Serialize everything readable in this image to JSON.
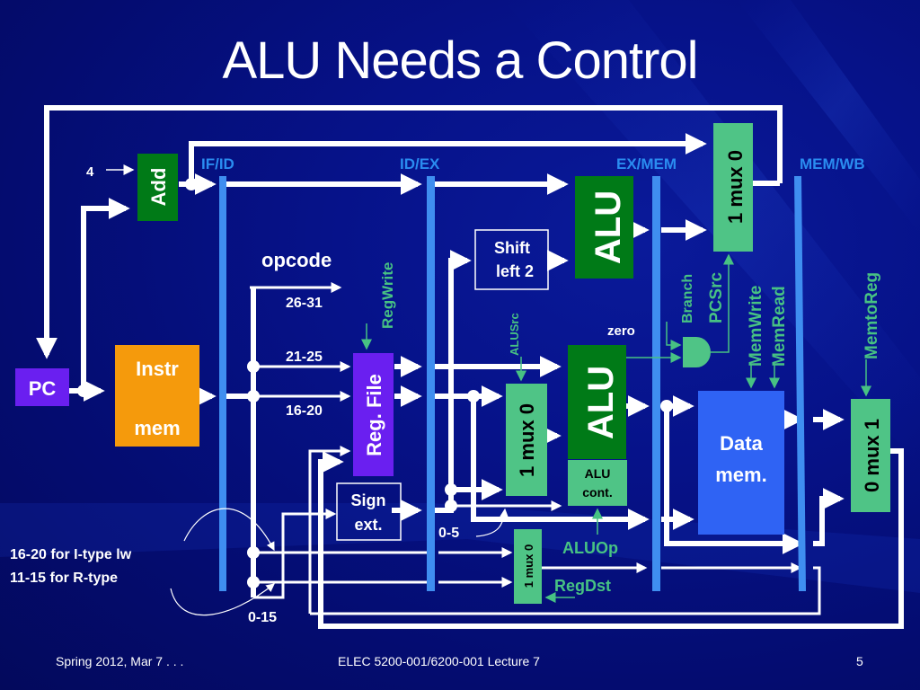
{
  "slide": {
    "title": "ALU Needs a Control",
    "footer_left": "Spring 2012, Mar 7 . . .",
    "footer_center": "ELEC 5200-001/6200-001 Lecture 7",
    "page_number": "5"
  },
  "colors": {
    "background": "#061289",
    "wire": "#ffffff",
    "pipeline_register": "#3f8ef0",
    "pipeline_label": "#2a8cf0",
    "control_signal": "#47c283",
    "adder_alu": "#007a17",
    "mux": "#4fc486",
    "pc": "#6a1ff0",
    "instr_mem": "#f59a0c",
    "data_mem": "#2f63f4"
  },
  "pipeline_registers": [
    "IF/ID",
    "ID/EX",
    "EX/MEM",
    "MEM/WB"
  ],
  "components": {
    "pc": "PC",
    "adder": "Add",
    "constant_four": "4",
    "instr_mem_line1": "Instr",
    "instr_mem_line2": "mem",
    "reg_file": "Reg. File",
    "sign_ext_line1": "Sign",
    "sign_ext_line2": "ext.",
    "shift_line1": "Shift",
    "shift_line2": "left 2",
    "branch_alu": "ALU",
    "main_alu": "ALU",
    "alu_control_line1": "ALU",
    "alu_control_line2": "cont.",
    "data_mem_line1": "Data",
    "data_mem_line2": "mem.",
    "pc_mux": "1 mux 0",
    "alusrc_mux": "1 mux 0",
    "regdst_mux": "1 mux 0",
    "memtoreg_mux": "0 mux 1"
  },
  "field_labels": {
    "opcode": "opcode",
    "bits_26_31": "26-31",
    "bits_21_25": "21-25",
    "bits_16_20": "16-20",
    "bits_0_15": "0-15",
    "bits_0_5": "0-5",
    "zero": "zero"
  },
  "control_signals": {
    "regwrite": "RegWrite",
    "alusrc": "ALUSrc",
    "aluop": "ALUOp",
    "regdst": "RegDst",
    "branch": "Branch",
    "pcsrc": "PCSrc",
    "memwrite": "MemWrite",
    "memread": "MemRead",
    "memtoreg": "MemtoReg"
  },
  "annotations": {
    "line1": "16-20 for I-type lw",
    "line2": "11-15 for R-type"
  }
}
